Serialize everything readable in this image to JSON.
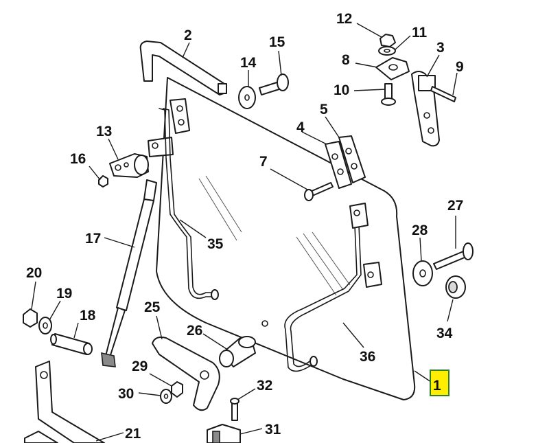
{
  "callouts": [
    {
      "id": "c1",
      "label": "1",
      "highlighted": true
    },
    {
      "id": "c2",
      "label": "2"
    },
    {
      "id": "c3",
      "label": "3"
    },
    {
      "id": "c4",
      "label": "4"
    },
    {
      "id": "c5",
      "label": "5"
    },
    {
      "id": "c7",
      "label": "7"
    },
    {
      "id": "c8",
      "label": "8"
    },
    {
      "id": "c9",
      "label": "9"
    },
    {
      "id": "c10",
      "label": "10"
    },
    {
      "id": "c11",
      "label": "11"
    },
    {
      "id": "c12",
      "label": "12"
    },
    {
      "id": "c13",
      "label": "13"
    },
    {
      "id": "c14",
      "label": "14"
    },
    {
      "id": "c15",
      "label": "15"
    },
    {
      "id": "c16",
      "label": "16"
    },
    {
      "id": "c17",
      "label": "17"
    },
    {
      "id": "c18",
      "label": "18"
    },
    {
      "id": "c19",
      "label": "19"
    },
    {
      "id": "c20",
      "label": "20"
    },
    {
      "id": "c21",
      "label": "21"
    },
    {
      "id": "c25",
      "label": "25"
    },
    {
      "id": "c26",
      "label": "26"
    },
    {
      "id": "c27",
      "label": "27"
    },
    {
      "id": "c28",
      "label": "28"
    },
    {
      "id": "c29",
      "label": "29"
    },
    {
      "id": "c30",
      "label": "30"
    },
    {
      "id": "c31",
      "label": "31"
    },
    {
      "id": "c32",
      "label": "32"
    },
    {
      "id": "c34",
      "label": "34"
    },
    {
      "id": "c35",
      "label": "35"
    },
    {
      "id": "c36",
      "label": "36"
    }
  ],
  "colors": {
    "highlight_fill": "#ffee00",
    "highlight_border": "#2e7d32",
    "line": "#1a1a1a"
  }
}
